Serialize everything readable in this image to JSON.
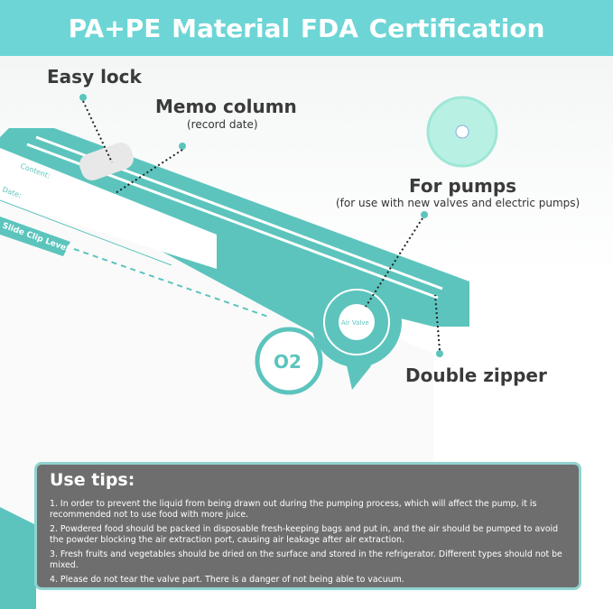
{
  "banner": {
    "title": "PA+PE Material  FDA Certification"
  },
  "callouts": {
    "easy_lock": "Easy lock",
    "memo_column": "Memo column",
    "memo_sub": "(record date)",
    "for_pumps": "For pumps",
    "for_pumps_sub": "(for use with new valves and electric pumps)",
    "double_zipper": "Double zipper"
  },
  "bag": {
    "content_label": "Content:",
    "date_label": "Date:",
    "clip_level": "Slide Clip Level",
    "valve_text": "Air Valve",
    "o2": "O2"
  },
  "tips": {
    "title": "Use tips:",
    "items": [
      "1. In order to prevent the liquid from being drawn out during the pumping process, which will affect the pump, it is recommended not to use food with more juice.",
      "2. Powdered food should be packed in disposable fresh-keeping bags and put in, and the air should be pumped to avoid the powder blocking the air extraction port, causing air leakage after air extraction.",
      "3. Fresh fruits and vegetables should be dried on the surface and stored in the refrigerator. Different types should not be mixed.",
      "4. Please do not tear the valve part. There is a danger of not being able to vacuum."
    ]
  },
  "colors": {
    "teal": "#5cc4bd",
    "banner": "#6dd5d5",
    "tips_bg": "#6e6e6e"
  }
}
